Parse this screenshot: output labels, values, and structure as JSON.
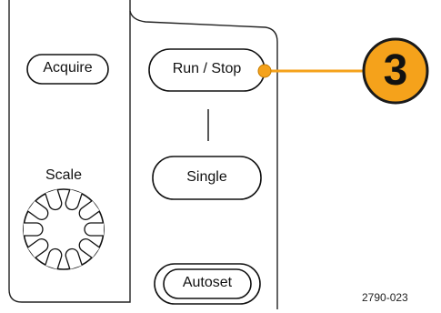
{
  "buttons": {
    "acquire": "Acquire",
    "run_stop": "Run / Stop",
    "single": "Single",
    "autoset": "Autoset"
  },
  "knob": {
    "label": "Scale"
  },
  "callout": {
    "number": "3",
    "color": "#f5a21b"
  },
  "figure_id": "2790-023"
}
